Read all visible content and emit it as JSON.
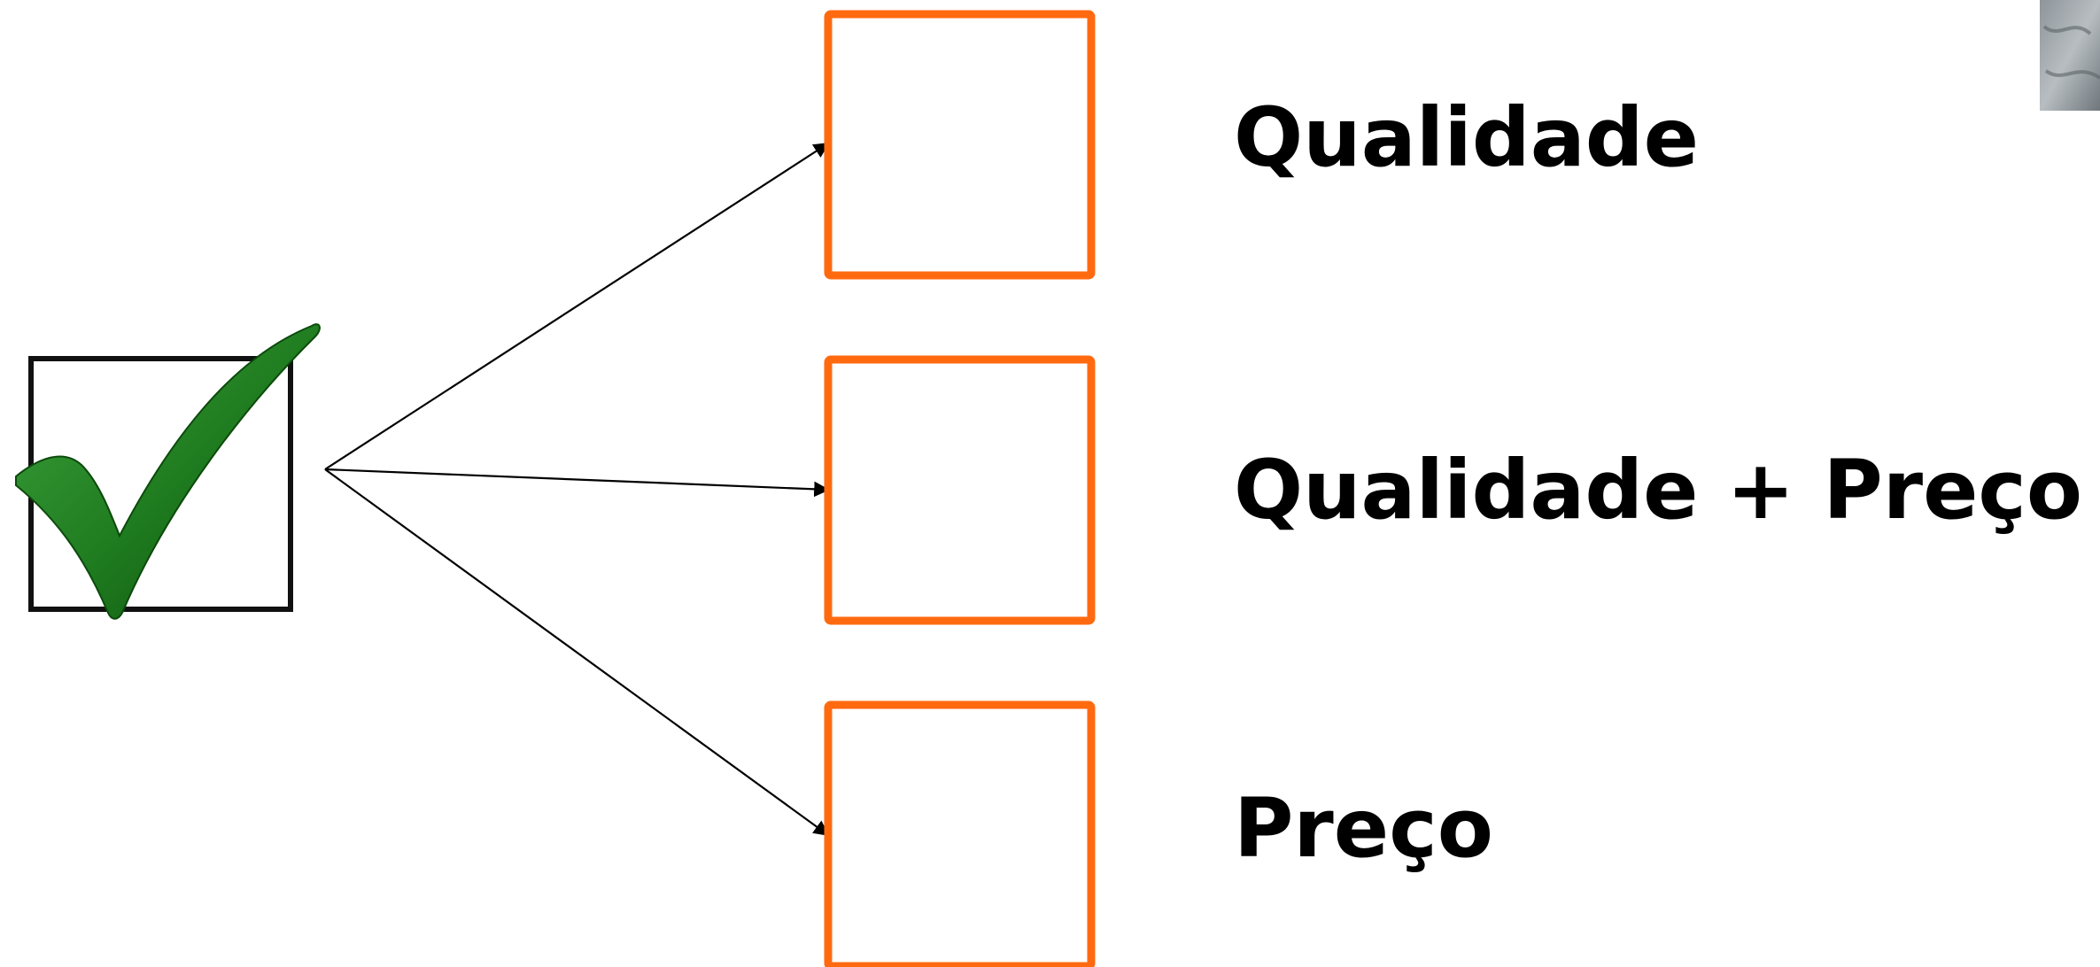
{
  "colors": {
    "option_box": "#FF6A10",
    "checkbox_border": "#111111",
    "checkmark": "#1E7A1E",
    "checkmark_dark": "#0C4A0C",
    "connector": "#000000"
  },
  "icons": {
    "selection": "checked-checkbox-icon",
    "corner_image": "textured-photo-thumbnail"
  },
  "options": [
    {
      "label": "Qualidade"
    },
    {
      "label": "Qualidade + Preço"
    },
    {
      "label": "Preço"
    }
  ]
}
